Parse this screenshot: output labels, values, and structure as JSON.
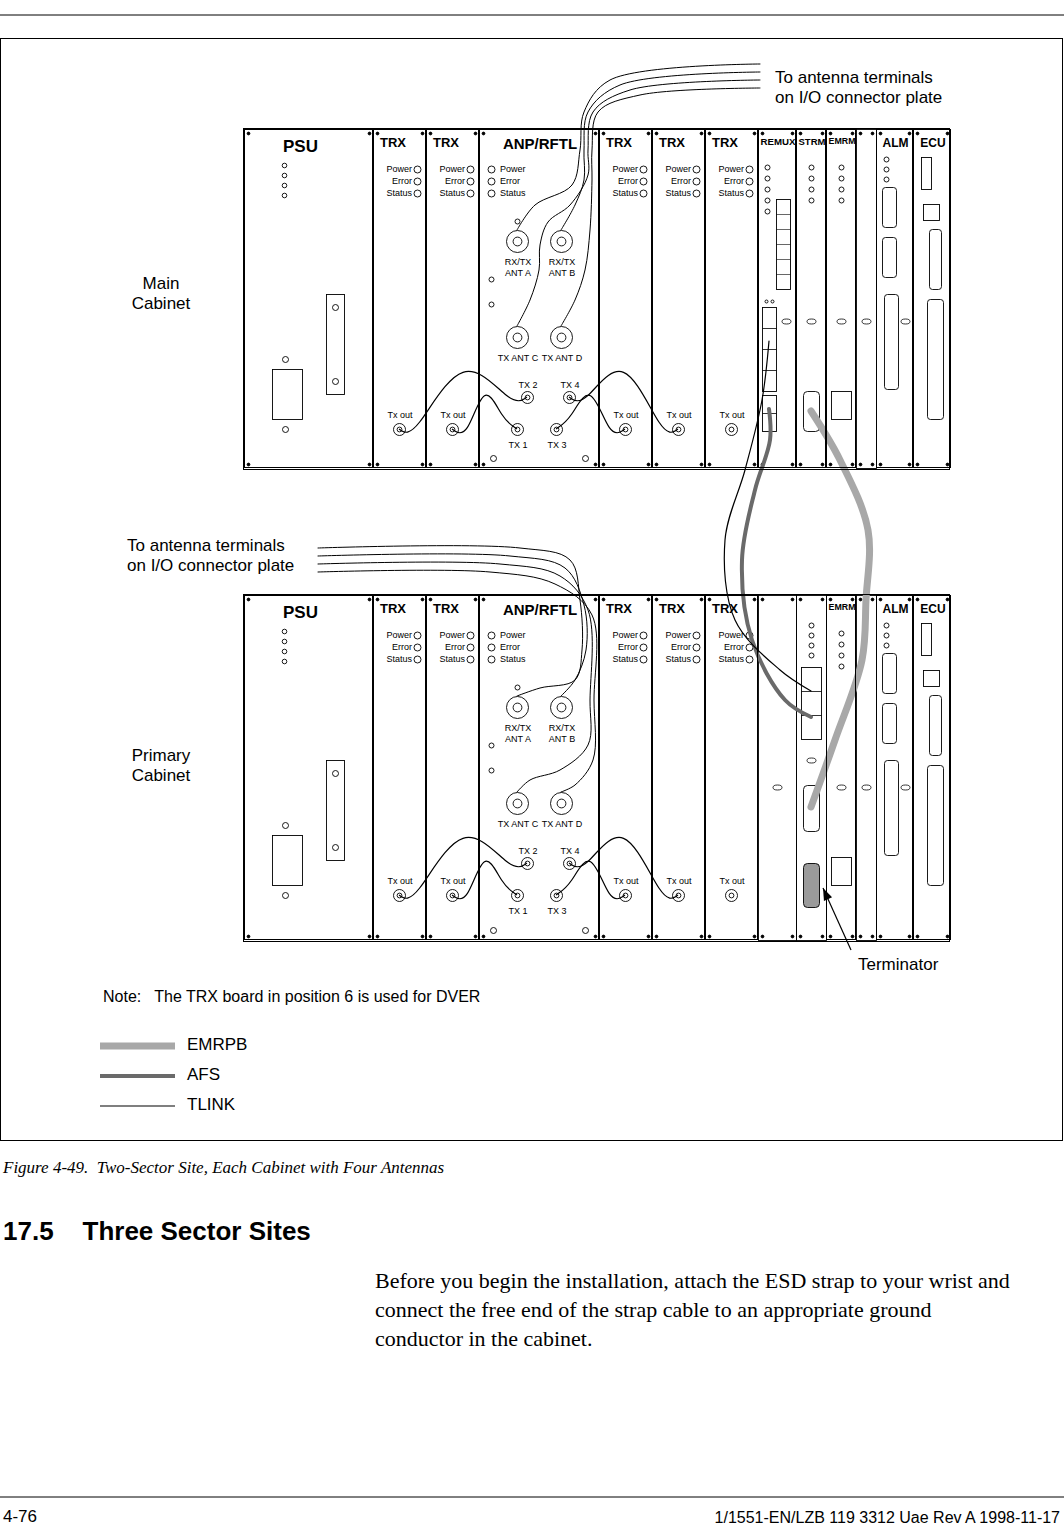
{
  "diagram": {
    "caption": "Figure 4-49.  Two-Sector Site, Each Cabinet with Four Antennas",
    "nodes": [
      {
        "text": [
          "Main Cabinet"
        ]
      },
      {
        "text": [
          "PSU"
        ],
        "in": 0
      },
      {
        "text": [
          "TRX",
          "Power",
          "Error",
          "Status",
          "Tx out"
        ],
        "in": 0
      },
      {
        "text": [
          "TRX",
          "Power",
          "Error",
          "Status",
          "Tx out"
        ],
        "in": 0
      },
      {
        "text": [
          "ANP/RFTL",
          "Power",
          "Error",
          "Status",
          "RX/TX ANT A",
          "RX/TX ANT B",
          "TX ANT C",
          "TX ANT D",
          "TX 2",
          "TX 4",
          "TX 1",
          "TX 3"
        ],
        "in": 0
      },
      {
        "text": [
          "TRX",
          "Power",
          "Error",
          "Status",
          "Tx out"
        ],
        "in": 0
      },
      {
        "text": [
          "TRX",
          "Power",
          "Error",
          "Status",
          "Tx out"
        ],
        "in": 0
      },
      {
        "text": [
          "TRX",
          "Power",
          "Error",
          "Status",
          "Tx out"
        ],
        "in": 0
      },
      {
        "text": [
          "REMUX"
        ],
        "in": 0
      },
      {
        "text": [
          "STRM"
        ],
        "in": 0
      },
      {
        "text": [
          "EMRM"
        ],
        "in": 0
      },
      {
        "text": [
          "ALM"
        ],
        "in": 0
      },
      {
        "text": [
          "ECU"
        ],
        "in": 0
      },
      {
        "text": [
          "Primary Cabinet"
        ]
      },
      {
        "text": [
          "PSU"
        ],
        "in": 13
      },
      {
        "text": [
          "TRX",
          "Power",
          "Error",
          "Status",
          "Tx out"
        ],
        "in": 13
      },
      {
        "text": [
          "TRX",
          "Power",
          "Error",
          "Status",
          "Tx out"
        ],
        "in": 13
      },
      {
        "text": [
          "ANP/RFTL",
          "Power",
          "Error",
          "Status",
          "RX/TX ANT A",
          "RX/TX ANT B",
          "TX ANT C",
          "TX ANT D",
          "TX 2",
          "TX 4",
          "TX 1",
          "TX 3"
        ],
        "in": 13
      },
      {
        "text": [
          "TRX",
          "Power",
          "Error",
          "Status",
          "Tx out"
        ],
        "in": 13
      },
      {
        "text": [
          "TRX",
          "Power",
          "Error",
          "Status",
          "Tx out"
        ],
        "in": 13
      },
      {
        "text": [
          "TRX",
          "Power",
          "Error",
          "Status",
          "Tx out"
        ],
        "in": 13
      },
      {
        "text": [
          "EMRM"
        ],
        "in": 13
      },
      {
        "text": [
          "ALM"
        ],
        "in": 13
      },
      {
        "text": [
          "ECU"
        ],
        "in": 13
      }
    ],
    "edges": [
      {
        "from": 2,
        "to": 4,
        "arrow": "none"
      },
      {
        "from": 3,
        "to": 4,
        "arrow": "none"
      },
      {
        "from": 5,
        "to": 4,
        "arrow": "none"
      },
      {
        "from": 6,
        "to": 4,
        "arrow": "none"
      },
      {
        "from": 15,
        "to": 17,
        "arrow": "none"
      },
      {
        "from": 16,
        "to": 17,
        "arrow": "none"
      },
      {
        "from": 18,
        "to": 17,
        "arrow": "none"
      },
      {
        "from": 19,
        "to": 17,
        "arrow": "none"
      }
    ],
    "labels": [
      "To antenna terminals on I/O connector plate",
      "To antenna terminals on I/O connector plate",
      "Terminator",
      "Note:   The TRX board in position 6 is used for DVER",
      "17.5    Three Sector Sites",
      "Before you begin the installation, attach the ESD strap to your wrist and connect the free end of the strap cable to an appropriate ground conductor in the cabinet.",
      "4-76",
      "1/1551-EN/LZB 119 3312 Uae Rev A 1998-11-17"
    ],
    "legend": [
      {
        "text": "EMRPB"
      },
      {
        "text": "AFS"
      },
      {
        "text": "TLINK"
      }
    ]
  }
}
